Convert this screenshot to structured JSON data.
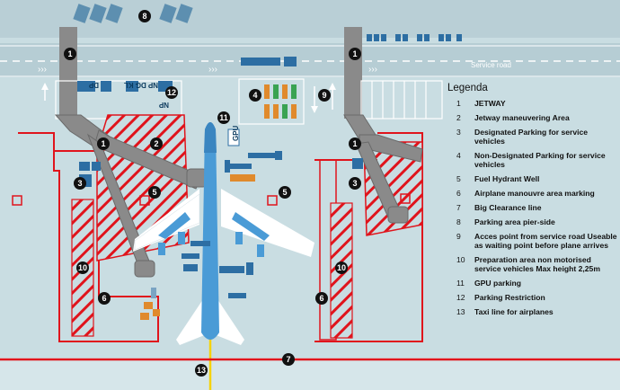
{
  "service_road_label": "Service road",
  "stencils": {
    "dp": "DP",
    "np_dg_kl": "NP DG KL",
    "np": "NP",
    "gpu": "GPU"
  },
  "legend": {
    "title": "Legenda",
    "items": [
      {
        "num": "1",
        "text": "JETWAY"
      },
      {
        "num": "2",
        "text": "Jetway maneuvering Area"
      },
      {
        "num": "3",
        "text": "Designated Parking for service vehicles"
      },
      {
        "num": "4",
        "text": "Non-Designated Parking for service vehicles"
      },
      {
        "num": "5",
        "text": "Fuel Hydrant Well"
      },
      {
        "num": "6",
        "text": "Airplane manouvre area marking"
      },
      {
        "num": "7",
        "text": "Big Clearance line"
      },
      {
        "num": "8",
        "text": "Parking area pier-side"
      },
      {
        "num": "9",
        "text": "Acces point from service road Useable as waiting point before plane arrives"
      },
      {
        "num": "10",
        "text": "Preparation area non motorised service vehicles Max height 2,25m"
      },
      {
        "num": "11",
        "text": "GPU parking"
      },
      {
        "num": "12",
        "text": "Parking Restriction"
      },
      {
        "num": "13",
        "text": "Taxi line for airplanes"
      }
    ]
  },
  "markers": [
    "8",
    "1",
    "1",
    "3",
    "12",
    "4",
    "9",
    "11",
    "1",
    "2",
    "1",
    "3",
    "5",
    "5",
    "3",
    "10",
    "6",
    "10",
    "6",
    "7",
    "13"
  ],
  "colors": {
    "apron": "#c9dde2",
    "airplane_blue": "#4a9bd6",
    "airplane_white": "#ffffff",
    "restriction_red": "#e0141c",
    "jetway_grey": "#8a8a8a",
    "taxi_line_yellow": "#f5d20a"
  }
}
